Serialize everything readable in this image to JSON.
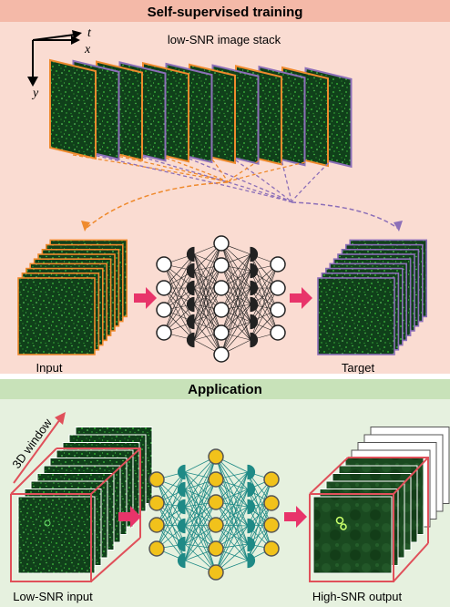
{
  "top_panel": {
    "title": "Self-supervised training",
    "stack_label": "low-SNR image stack",
    "axis_t": "t",
    "axis_x": "x",
    "axis_y": "y",
    "input_label": "Input",
    "target_label": "Target"
  },
  "bottom_panel": {
    "title": "Application",
    "window_label": "3D window",
    "input_label": "Low-SNR input",
    "output_label": "High-SNR output"
  },
  "colors": {
    "top_bg": "#fadcd2",
    "top_header_bg": "#f4b9a8",
    "bottom_bg": "#e6f1df",
    "bottom_header_bg": "#c8e2b9",
    "orange": "#ef8a2d",
    "purple": "#8c6fb8",
    "pink_arrow": "#e8346a",
    "red_window": "#e0505a",
    "teal": "#1f8a86",
    "node_yellow": "#f1c21b",
    "image_green": "#0e3a14"
  }
}
